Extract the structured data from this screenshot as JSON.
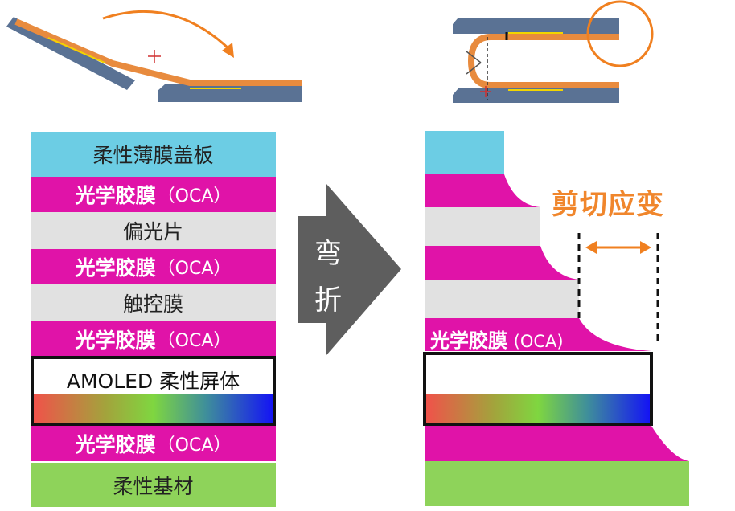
{
  "left_stack": {
    "cover": "柔性薄膜盖板",
    "oca_main": "光学胶膜",
    "oca_sub": "（OCA）",
    "polarizer": "偏光片",
    "touch": "触控膜",
    "amoled": "AMOLED 柔性屏体",
    "substrate": "柔性基材"
  },
  "arrow": {
    "line1": "弯",
    "line2": "折"
  },
  "right_stack": {
    "shear_label": "剪切应变",
    "oca_main": "光学胶膜",
    "oca_sub": "(OCA)"
  },
  "colors": {
    "cyan": "#6ccde4",
    "magenta": "#e013a8",
    "gray": "#e1e1e1",
    "green": "#8ed35a",
    "orange": "#f0862c",
    "panel_blue": "#5a7294",
    "arrow_gray": "#5e5e5e"
  }
}
